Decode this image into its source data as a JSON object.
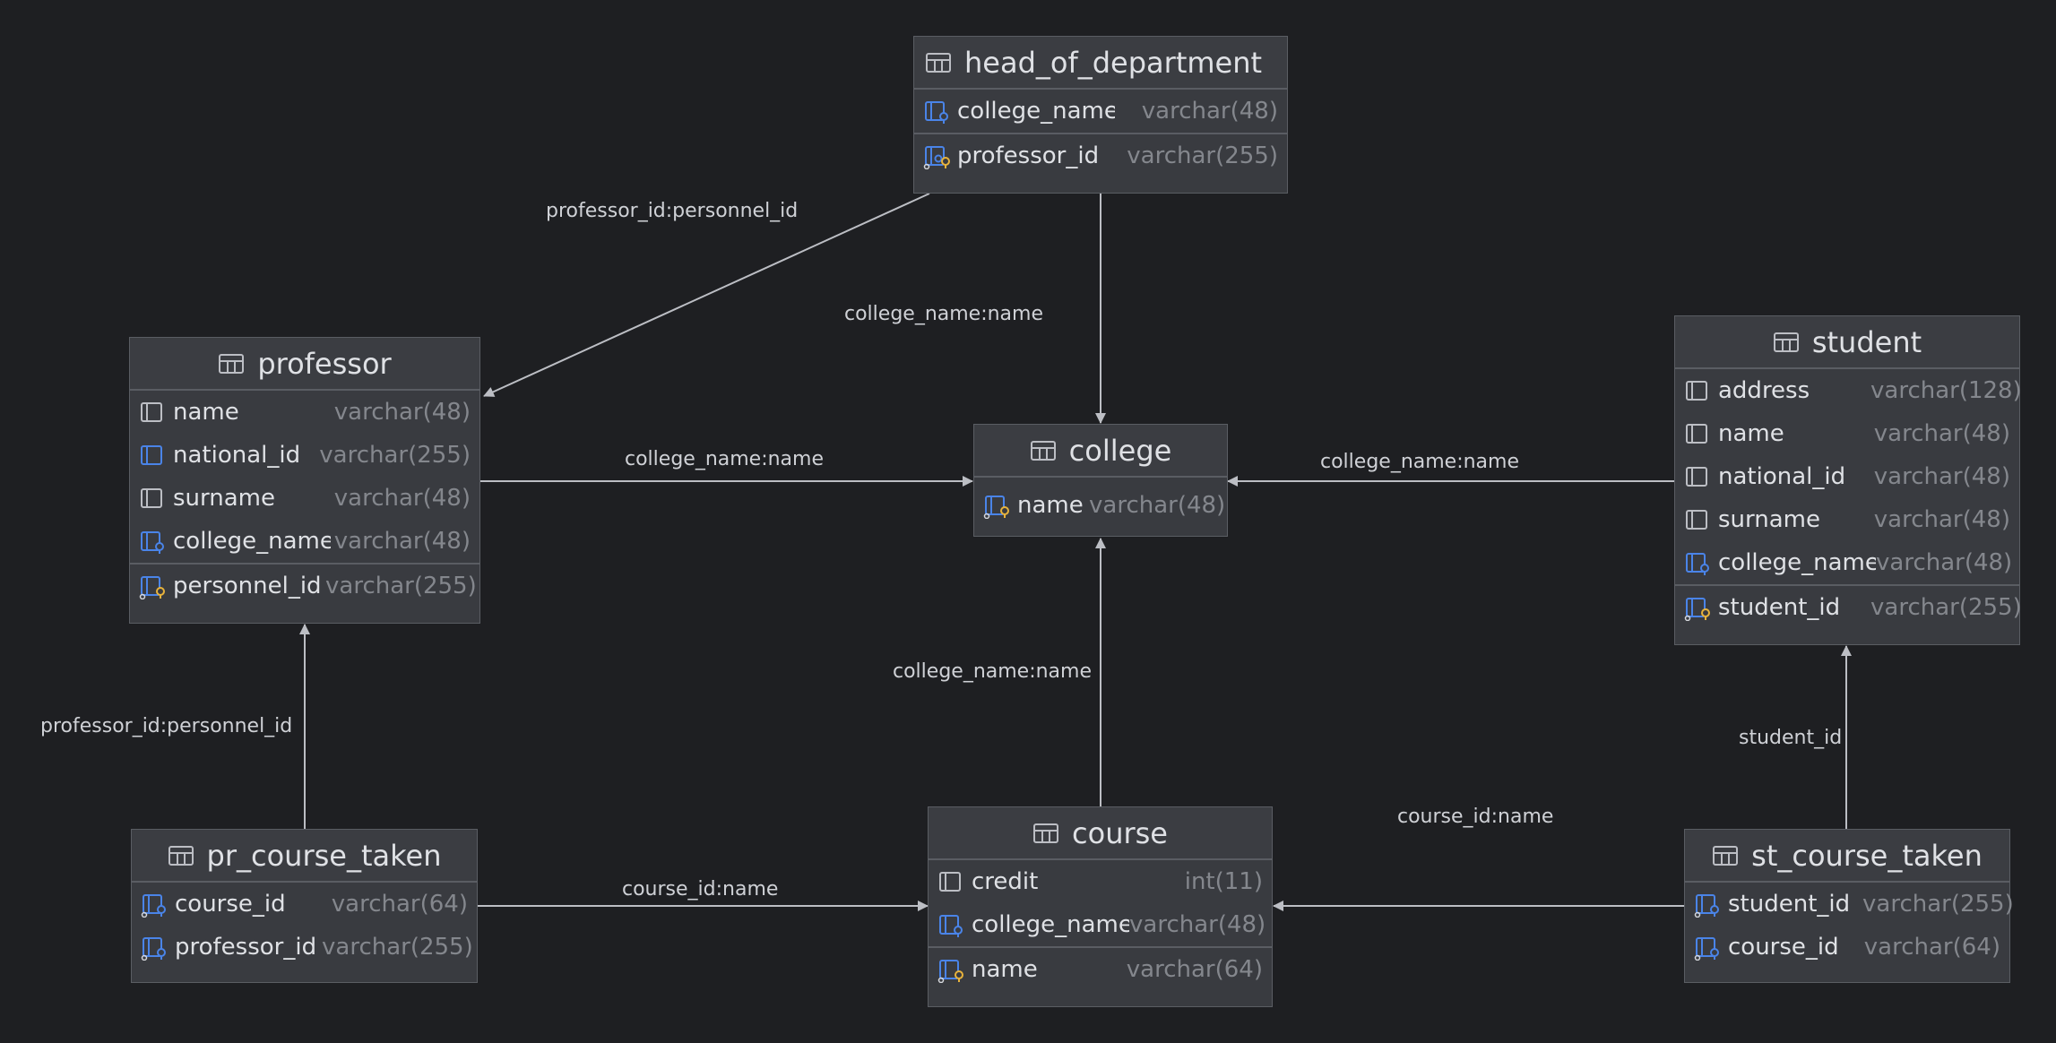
{
  "tables": {
    "head_of_department": {
      "name": "head_of_department",
      "columns": [
        {
          "name": "college_name",
          "type": "varchar(48)",
          "icon": "fk-column-icon"
        },
        {
          "name": "professor_id",
          "type": "varchar(255)",
          "icon": "pk-fk-column-icon"
        }
      ]
    },
    "professor": {
      "name": "professor",
      "columns": [
        {
          "name": "name",
          "type": "varchar(48)",
          "icon": "column-icon"
        },
        {
          "name": "national_id",
          "type": "varchar(255)",
          "icon": "unique-column-icon"
        },
        {
          "name": "surname",
          "type": "varchar(48)",
          "icon": "column-icon"
        },
        {
          "name": "college_name",
          "type": "varchar(48)",
          "icon": "fk-column-icon"
        },
        {
          "name": "personnel_id",
          "type": "varchar(255)",
          "icon": "pk-column-icon"
        }
      ]
    },
    "college": {
      "name": "college",
      "columns": [
        {
          "name": "name",
          "type": "varchar(48)",
          "icon": "pk-column-icon"
        }
      ]
    },
    "student": {
      "name": "student",
      "columns": [
        {
          "name": "address",
          "type": "varchar(128)",
          "icon": "column-icon"
        },
        {
          "name": "name",
          "type": "varchar(48)",
          "icon": "column-icon"
        },
        {
          "name": "national_id",
          "type": "varchar(48)",
          "icon": "column-icon"
        },
        {
          "name": "surname",
          "type": "varchar(48)",
          "icon": "column-icon"
        },
        {
          "name": "college_name",
          "type": "varchar(48)",
          "icon": "fk-column-icon"
        },
        {
          "name": "student_id",
          "type": "varchar(255)",
          "icon": "pk-column-icon"
        }
      ]
    },
    "pr_course_taken": {
      "name": "pr_course_taken",
      "columns": [
        {
          "name": "course_id",
          "type": "varchar(64)",
          "icon": "fk-column-icon"
        },
        {
          "name": "professor_id",
          "type": "varchar(255)",
          "icon": "fk-column-icon"
        }
      ]
    },
    "course": {
      "name": "course",
      "columns": [
        {
          "name": "credit",
          "type": "int(11)",
          "icon": "column-icon"
        },
        {
          "name": "college_name",
          "type": "varchar(48)",
          "icon": "fk-column-icon"
        },
        {
          "name": "name",
          "type": "varchar(64)",
          "icon": "pk-column-icon"
        }
      ]
    },
    "st_course_taken": {
      "name": "st_course_taken",
      "columns": [
        {
          "name": "student_id",
          "type": "varchar(255)",
          "icon": "fk-column-icon"
        },
        {
          "name": "course_id",
          "type": "varchar(64)",
          "icon": "fk-column-icon"
        }
      ]
    }
  },
  "relationships": [
    {
      "from": "head_of_department",
      "to": "professor",
      "label": "professor_id:personnel_id"
    },
    {
      "from": "head_of_department",
      "to": "college",
      "label": "college_name:name"
    },
    {
      "from": "professor",
      "to": "college",
      "label": "college_name:name"
    },
    {
      "from": "student",
      "to": "college",
      "label": "college_name:name"
    },
    {
      "from": "course",
      "to": "college",
      "label": "college_name:name"
    },
    {
      "from": "pr_course_taken",
      "to": "professor",
      "label": "professor_id:personnel_id"
    },
    {
      "from": "pr_course_taken",
      "to": "course",
      "label": "course_id:name"
    },
    {
      "from": "st_course_taken",
      "to": "course",
      "label": "course_id:name"
    },
    {
      "from": "st_course_taken",
      "to": "student",
      "label": "student_id"
    }
  ],
  "colors": {
    "background": "#1e1f22",
    "table_fill": "#393b40",
    "edge": "#bcbec4",
    "column_type": "#84878d",
    "key_gold": "#e8b33c",
    "fk_blue": "#4a84e8"
  }
}
